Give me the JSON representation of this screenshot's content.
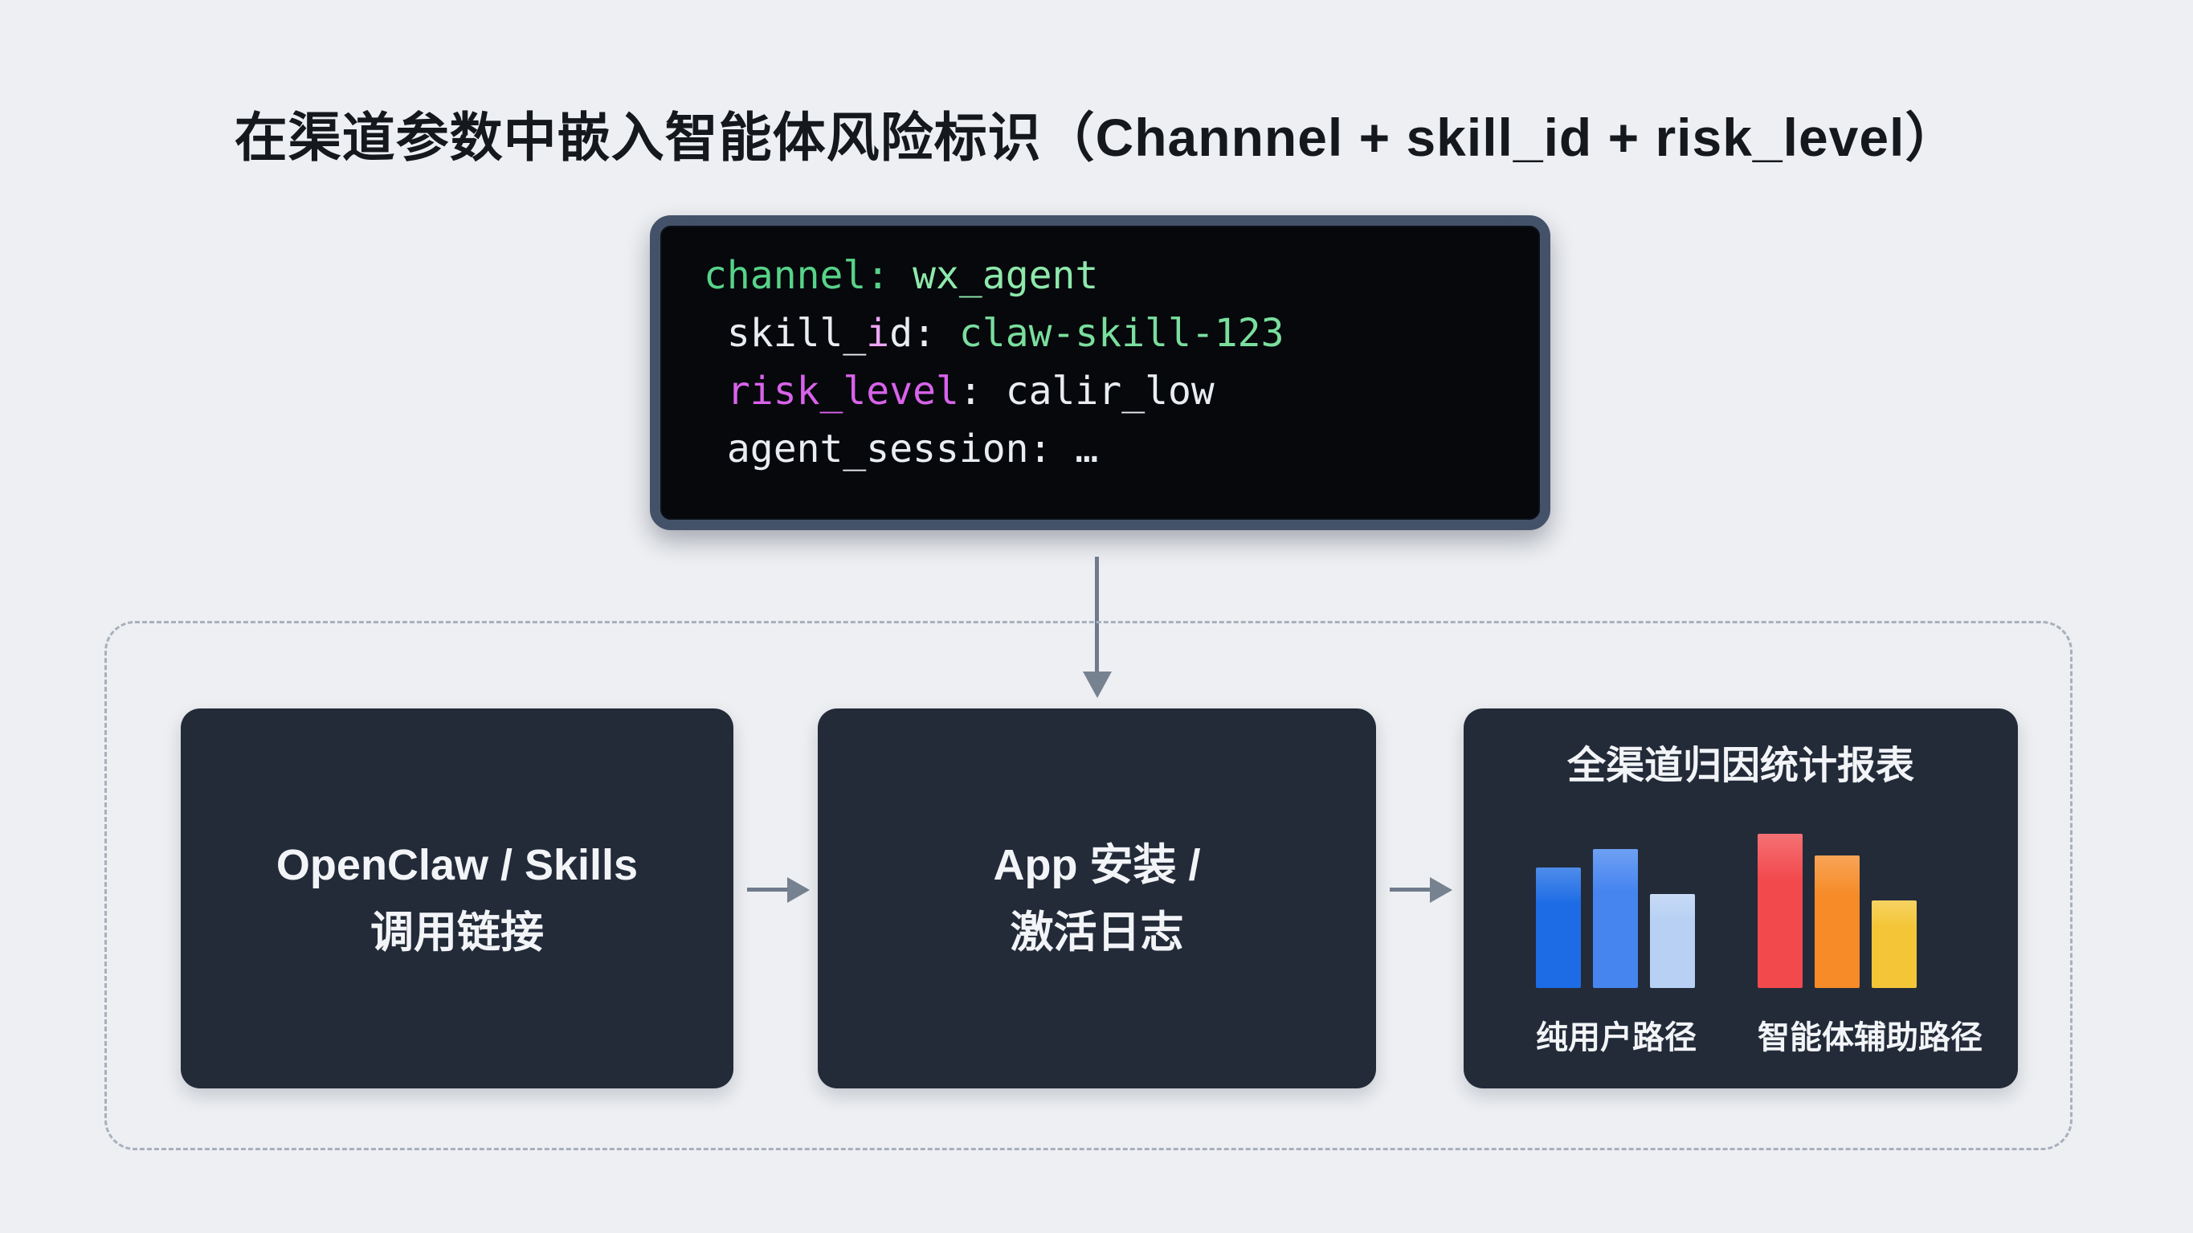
{
  "title": "在渠道参数中嵌入智能体风险标识（Channnel + skill_id + risk_level）",
  "code_block": {
    "lines": [
      {
        "segments": [
          {
            "text": "channel:",
            "color": "#57d389"
          },
          {
            "text": " ",
            "color": "#e9edf2"
          },
          {
            "text": "wx_agent",
            "color": "#8ee8ab"
          }
        ]
      },
      {
        "segments": [
          {
            "text": " skill_",
            "color": "#e9edf2"
          },
          {
            "text": "i",
            "color": "#eba6f2"
          },
          {
            "text": "d:",
            "color": "#e9edf2"
          },
          {
            "text": " claw-skill-123",
            "color": "#7ade9d"
          }
        ]
      },
      {
        "segments": [
          {
            "text": " risk_level",
            "color": "#d863ea"
          },
          {
            "text": ":",
            "color": "#e9edf2"
          },
          {
            "text": " calir_low",
            "color": "#e9edf2"
          }
        ]
      },
      {
        "segments": [
          {
            "text": " agent_session: …",
            "color": "#e9edf2"
          }
        ]
      }
    ]
  },
  "flow": {
    "box1": {
      "line1": "OpenClaw / Skills",
      "line2": "调用链接"
    },
    "box2": {
      "line1": "App 安装 /",
      "line2": "激活日志"
    },
    "box3": {
      "title": "全渠道归因统计报表"
    }
  },
  "chart_data": {
    "type": "bar",
    "title": "全渠道归因统计报表",
    "legend_position": "below-groups",
    "grid": false,
    "axis_labels": "none (illustrative mini bar chart, no tick values shown)",
    "ylim": [
      0,
      100
    ],
    "categories": [
      "纯用户路径",
      "智能体辅助路径"
    ],
    "groups": [
      {
        "label": "纯用户路径",
        "bars": [
          {
            "value": 78,
            "color": "#1d6ce5"
          },
          {
            "value": 90,
            "color": "#4685f0"
          },
          {
            "value": 61,
            "color": "#b7d0f3"
          }
        ]
      },
      {
        "label": "智能体辅助路径",
        "bars": [
          {
            "value": 100,
            "color": "#f2494d"
          },
          {
            "value": 86,
            "color": "#f68b28"
          },
          {
            "value": 57,
            "color": "#f4c637"
          }
        ]
      }
    ]
  },
  "colors": {
    "background": "#edeff2",
    "box_background": "#232b39",
    "code_background": "#06080c",
    "code_frame": "#445269",
    "arrow": "#6f7b8b",
    "dashed_border": "#a8b0bd",
    "title_text": "#15181d",
    "box_text": "#f2f4f7"
  }
}
